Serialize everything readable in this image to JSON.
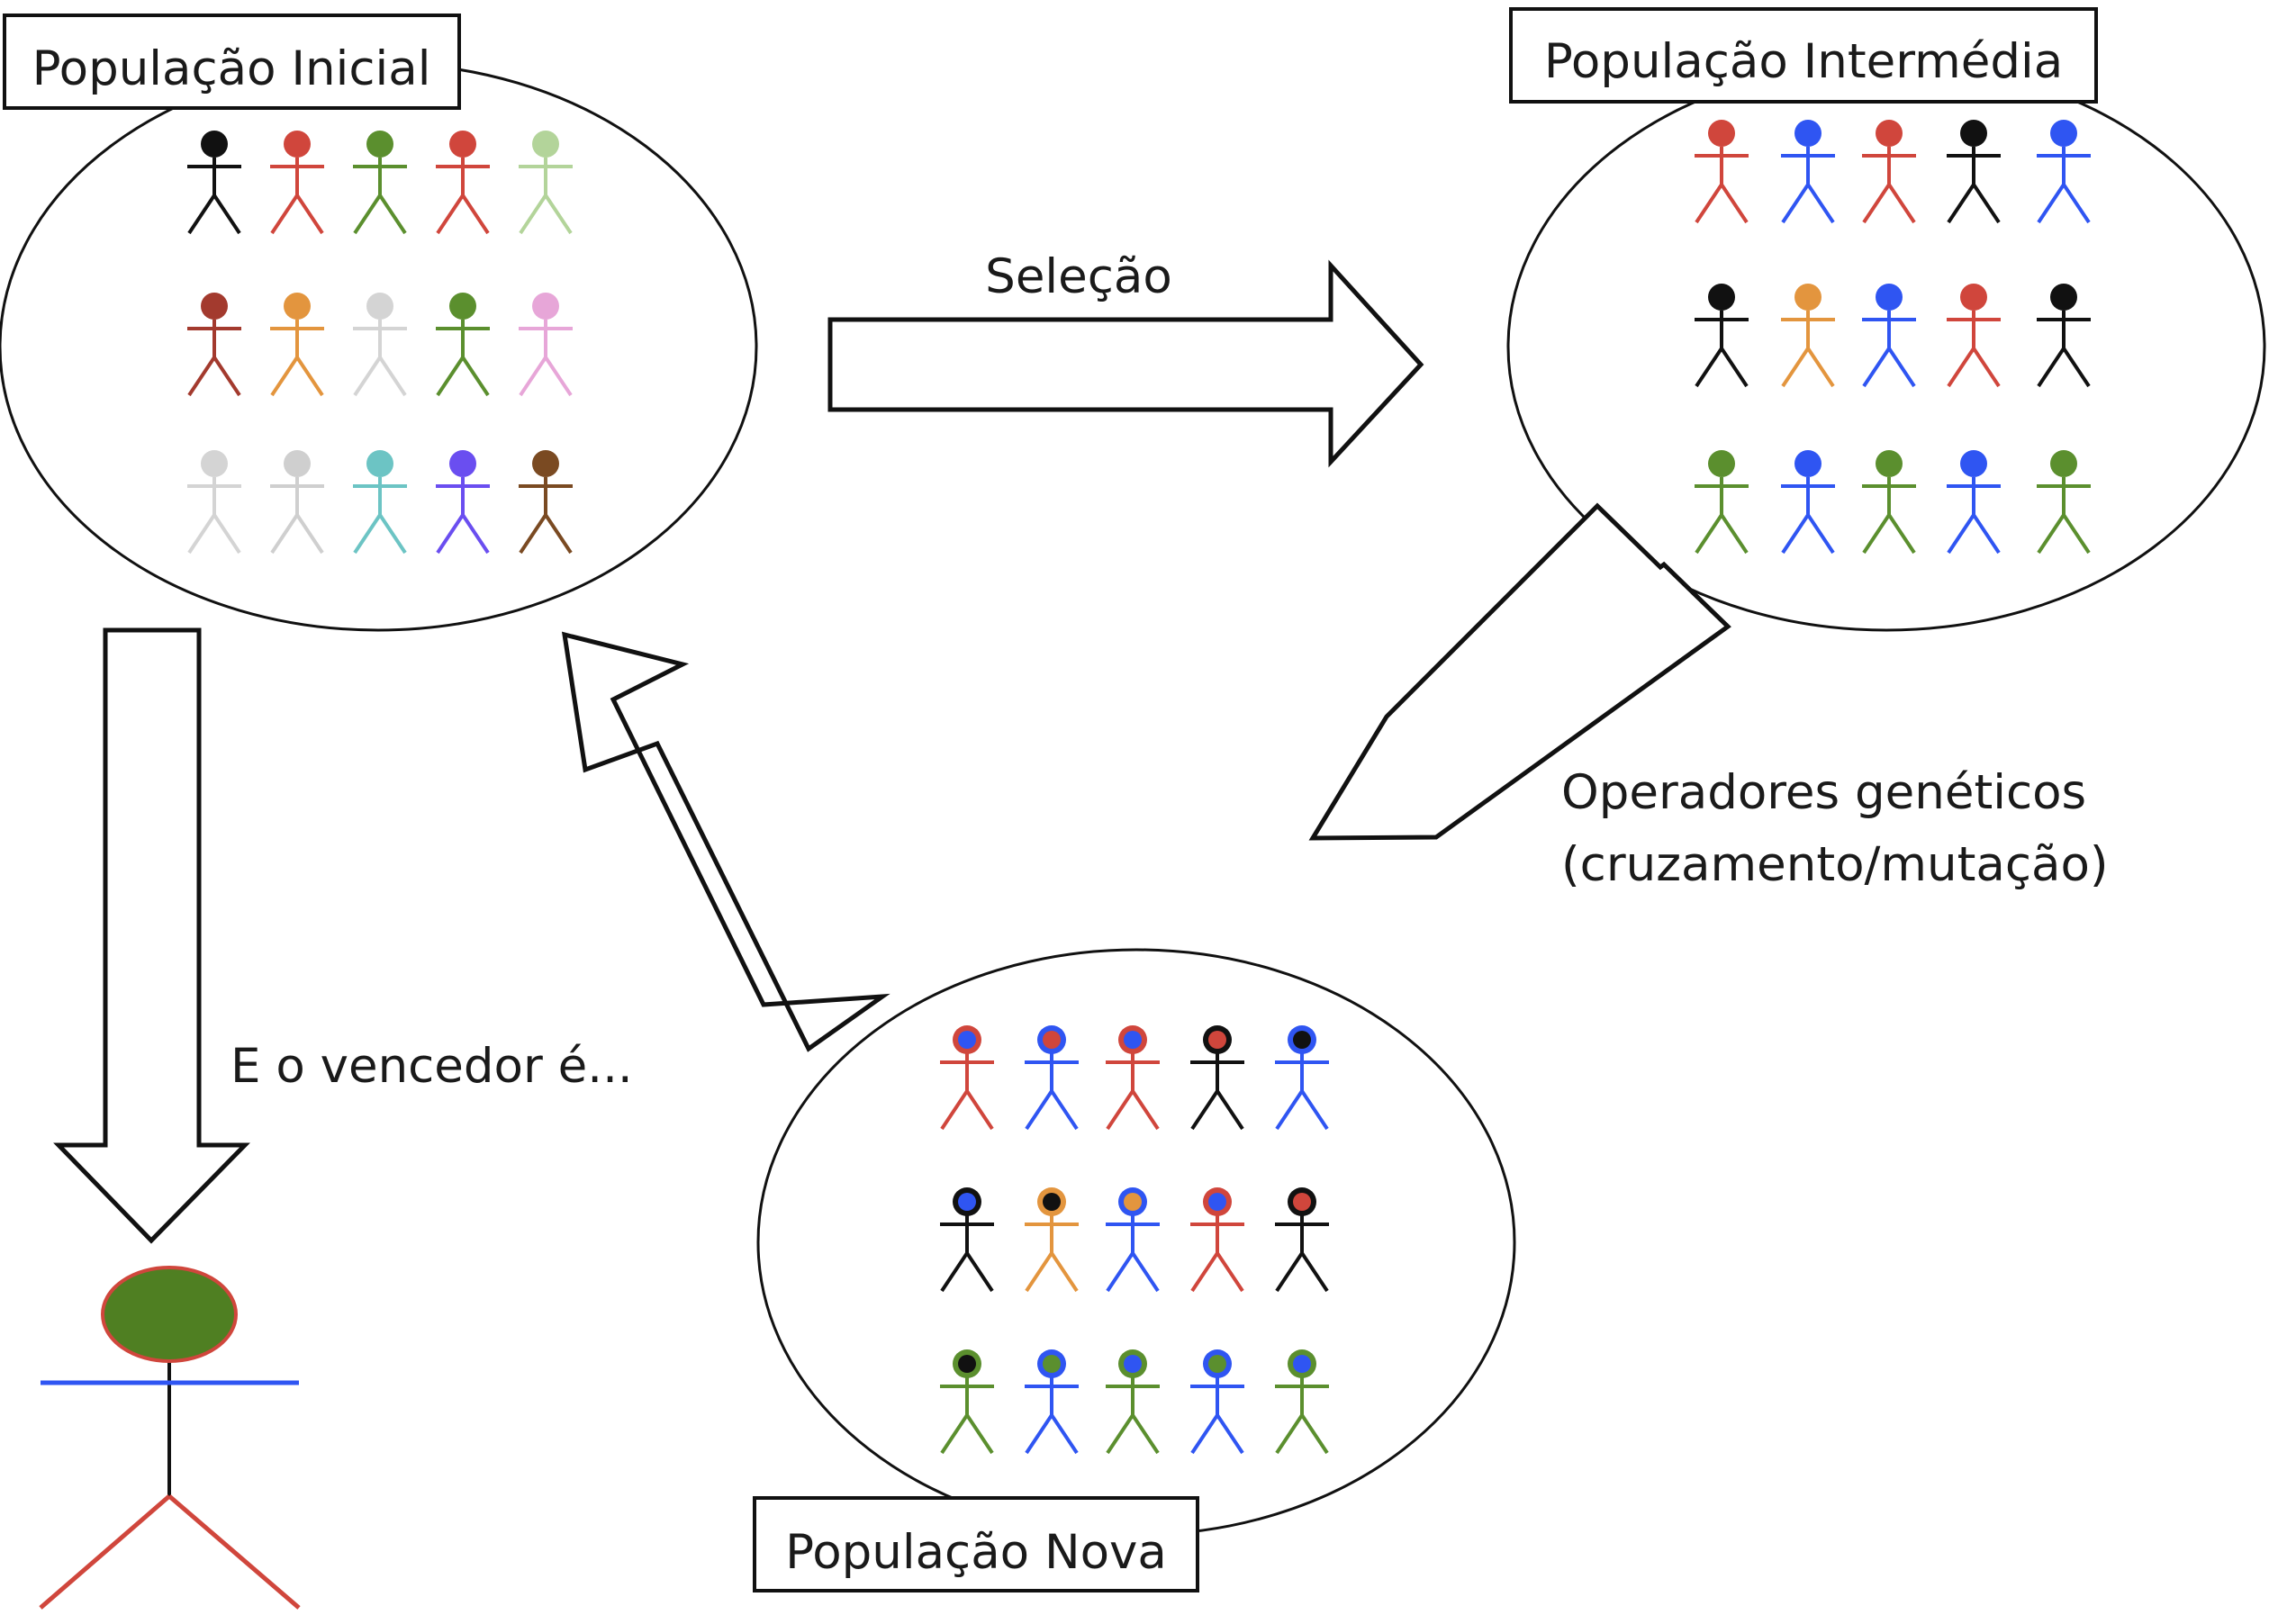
{
  "populations": {
    "initial": {
      "label": "População Inicial",
      "figures": [
        [
          {
            "body": "#111111",
            "head": "#111111"
          },
          {
            "body": "#d0463c",
            "head": "#d0463c"
          },
          {
            "body": "#5b8f2e",
            "head": "#5b8f2e"
          },
          {
            "body": "#d0463c",
            "head": "#d0463c"
          },
          {
            "body": "#b3d49a",
            "head": "#b3d49a"
          }
        ],
        [
          {
            "body": "#a33a2e",
            "head": "#a33a2e"
          },
          {
            "body": "#e3953e",
            "head": "#e3953e"
          },
          {
            "body": "#d4d4d4",
            "head": "#d4d4d4"
          },
          {
            "body": "#5b8f2e",
            "head": "#5b8f2e"
          },
          {
            "body": "#e7a6d8",
            "head": "#e7a6d8"
          }
        ],
        [
          {
            "body": "#d4d4d4",
            "head": "#d4d4d4"
          },
          {
            "body": "#cfcfcf",
            "head": "#cfcfcf"
          },
          {
            "body": "#6cc4c4",
            "head": "#6cc4c4"
          },
          {
            "body": "#6a4ef0",
            "head": "#6a4ef0"
          },
          {
            "body": "#7a4a22",
            "head": "#7a4a22"
          }
        ]
      ]
    },
    "intermediate": {
      "label": "População Intermédia",
      "figures": [
        [
          {
            "body": "#d0463c",
            "head": "#d0463c"
          },
          {
            "body": "#2f55f2",
            "head": "#2f55f2"
          },
          {
            "body": "#d0463c",
            "head": "#d0463c"
          },
          {
            "body": "#111111",
            "head": "#111111"
          },
          {
            "body": "#2f55f2",
            "head": "#2f55f2"
          }
        ],
        [
          {
            "body": "#111111",
            "head": "#111111"
          },
          {
            "body": "#e3953e",
            "head": "#e3953e"
          },
          {
            "body": "#2f55f2",
            "head": "#2f55f2"
          },
          {
            "body": "#d0463c",
            "head": "#d0463c"
          },
          {
            "body": "#111111",
            "head": "#111111"
          }
        ],
        [
          {
            "body": "#5b8f2e",
            "head": "#5b8f2e"
          },
          {
            "body": "#2f55f2",
            "head": "#2f55f2"
          },
          {
            "body": "#5b8f2e",
            "head": "#5b8f2e"
          },
          {
            "body": "#2f55f2",
            "head": "#2f55f2"
          },
          {
            "body": "#5b8f2e",
            "head": "#5b8f2e"
          }
        ]
      ]
    },
    "new": {
      "label": "População Nova",
      "figures": [
        [
          {
            "body": "#d0463c",
            "head": "#2f55f2",
            "ring": "#d0463c"
          },
          {
            "body": "#2f55f2",
            "head": "#d0463c",
            "ring": "#2f55f2"
          },
          {
            "body": "#d0463c",
            "head": "#2f55f2",
            "ring": "#d0463c"
          },
          {
            "body": "#111111",
            "head": "#d0463c",
            "ring": "#111111"
          },
          {
            "body": "#2f55f2",
            "head": "#111111",
            "ring": "#2f55f2"
          }
        ],
        [
          {
            "body": "#111111",
            "head": "#2f55f2",
            "ring": "#111111"
          },
          {
            "body": "#e3953e",
            "head": "#111111",
            "ring": "#e3953e"
          },
          {
            "body": "#2f55f2",
            "head": "#e3953e",
            "ring": "#2f55f2"
          },
          {
            "body": "#d0463c",
            "head": "#2f55f2",
            "ring": "#d0463c"
          },
          {
            "body": "#111111",
            "head": "#d0463c",
            "ring": "#111111"
          }
        ],
        [
          {
            "body": "#5b8f2e",
            "head": "#111111",
            "ring": "#5b8f2e"
          },
          {
            "body": "#2f55f2",
            "head": "#5b8f2e",
            "ring": "#2f55f2"
          },
          {
            "body": "#5b8f2e",
            "head": "#2f55f2",
            "ring": "#5b8f2e"
          },
          {
            "body": "#2f55f2",
            "head": "#5b8f2e",
            "ring": "#2f55f2"
          },
          {
            "body": "#5b8f2e",
            "head": "#2f55f2",
            "ring": "#5b8f2e"
          }
        ]
      ]
    }
  },
  "arrows": {
    "selection": "Seleção",
    "genetic_operators_line1": "Operadores genéticos",
    "genetic_operators_line2": "(cruzamento/mutação)",
    "winner": "E o vencedor é..."
  },
  "winner": {
    "head_fill": "#4f7f22",
    "head_stroke": "#d0463c",
    "arms": "#2f55f2",
    "torso": "#111111",
    "legs": "#d0463c"
  }
}
